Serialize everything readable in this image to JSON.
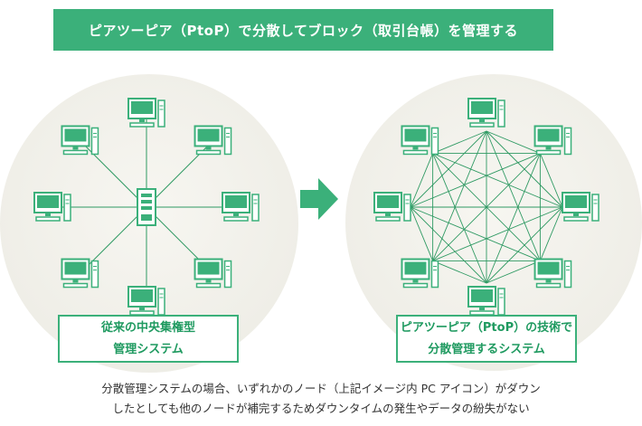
{
  "title": "ピアツーピア（PtoP）で分散してブロック（取引台帳）を管理する",
  "left_panel": {
    "label_line1": "従来の中央集権型",
    "label_line2": "管理システム"
  },
  "right_panel": {
    "label_line1": "ピアツーピア（PtoP）の技術で",
    "label_line2": "分散管理するシステム"
  },
  "caption": {
    "line1": "分散管理システムの場合、いずれかのノード（上記イメージ内 PC アイコン）がダウン",
    "line2": "したとしても他のノードが補完するためダウンタイムの発生やデータの紛失がない"
  },
  "icons": {
    "node": "pc-icon",
    "server": "server-icon",
    "transition": "right-arrow-icon"
  },
  "colors": {
    "accent": "#3bb07a",
    "circle_bg": "#efeee7",
    "line": "#2f9a63"
  }
}
